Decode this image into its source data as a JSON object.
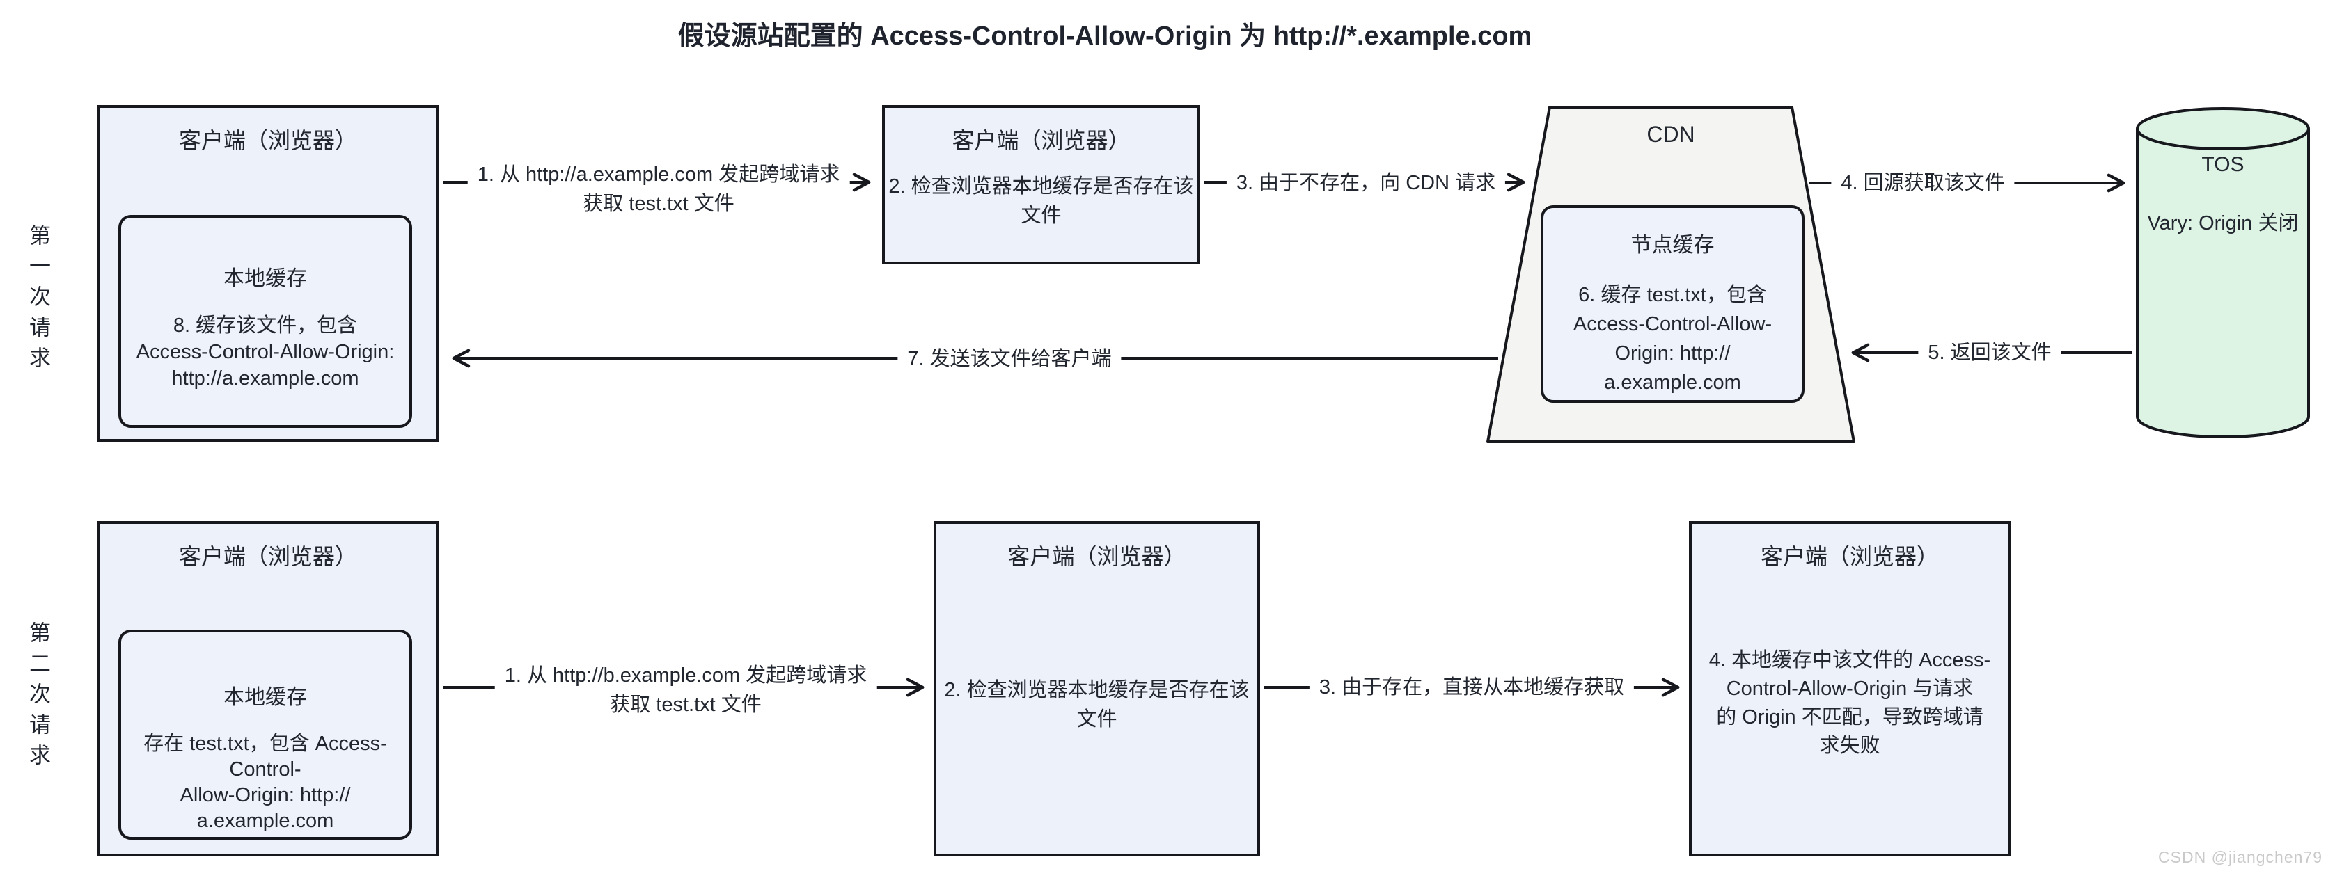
{
  "page": {
    "title": "假设源站配置的 Access-Control-Allow-Origin 为 http://*.example.com",
    "watermark": "CSDN @jiangchen79"
  },
  "colors": {
    "box_fill": "#edf1f9",
    "cache_fill": "#eef2fb",
    "cdn_fill": "#f4f4f2",
    "tos_fill": "#ddf4e5",
    "stroke": "#17181d",
    "text": "#22262f"
  },
  "row1": {
    "side_label": "第一次请求",
    "client1": {
      "title": "客户端（浏览器）",
      "cache_title": "本地缓存",
      "cache_text": "8. 缓存该文件，包含\nAccess-Control-Allow-Origin:\nhttp://a.example.com"
    },
    "arrow1": "1. 从 http://a.example.com 发起跨域请求\n获取 test.txt 文件",
    "client2": {
      "title": "客户端（浏览器）",
      "text": "2. 检查浏览器本地缓存是否存在该\n文件"
    },
    "arrow3": "3. 由于不存在，向 CDN 请求",
    "cdn": {
      "title": "CDN",
      "cache_title": "节点缓存",
      "cache_text": "6. 缓存 test.txt，包含\nAccess-Control-Allow-\nOrigin: http://\na.example.com"
    },
    "arrow4": "4. 回源获取该文件",
    "tos": {
      "title": "TOS",
      "text": "Vary: Origin 关闭"
    },
    "arrow5": "5. 返回该文件",
    "arrow7": "7. 发送该文件给客户端"
  },
  "row2": {
    "side_label": "第二次请求",
    "client1": {
      "title": "客户端（浏览器）",
      "cache_title": "本地缓存",
      "cache_text": "存在 test.txt，包含 Access-Control-\nAllow-Origin: http://\na.example.com"
    },
    "arrow1": "1. 从 http://b.example.com 发起跨域请求\n获取 test.txt 文件",
    "client2": {
      "title": "客户端（浏览器）",
      "text": "2. 检查浏览器本地缓存是否存在该\n文件"
    },
    "arrow3": "3. 由于存在，直接从本地缓存获取",
    "client3": {
      "title": "客户端（浏览器）",
      "text": "4. 本地缓存中该文件的 Access-\nControl-Allow-Origin 与请求\n的 Origin 不匹配，导致跨域请\n求失败"
    }
  }
}
